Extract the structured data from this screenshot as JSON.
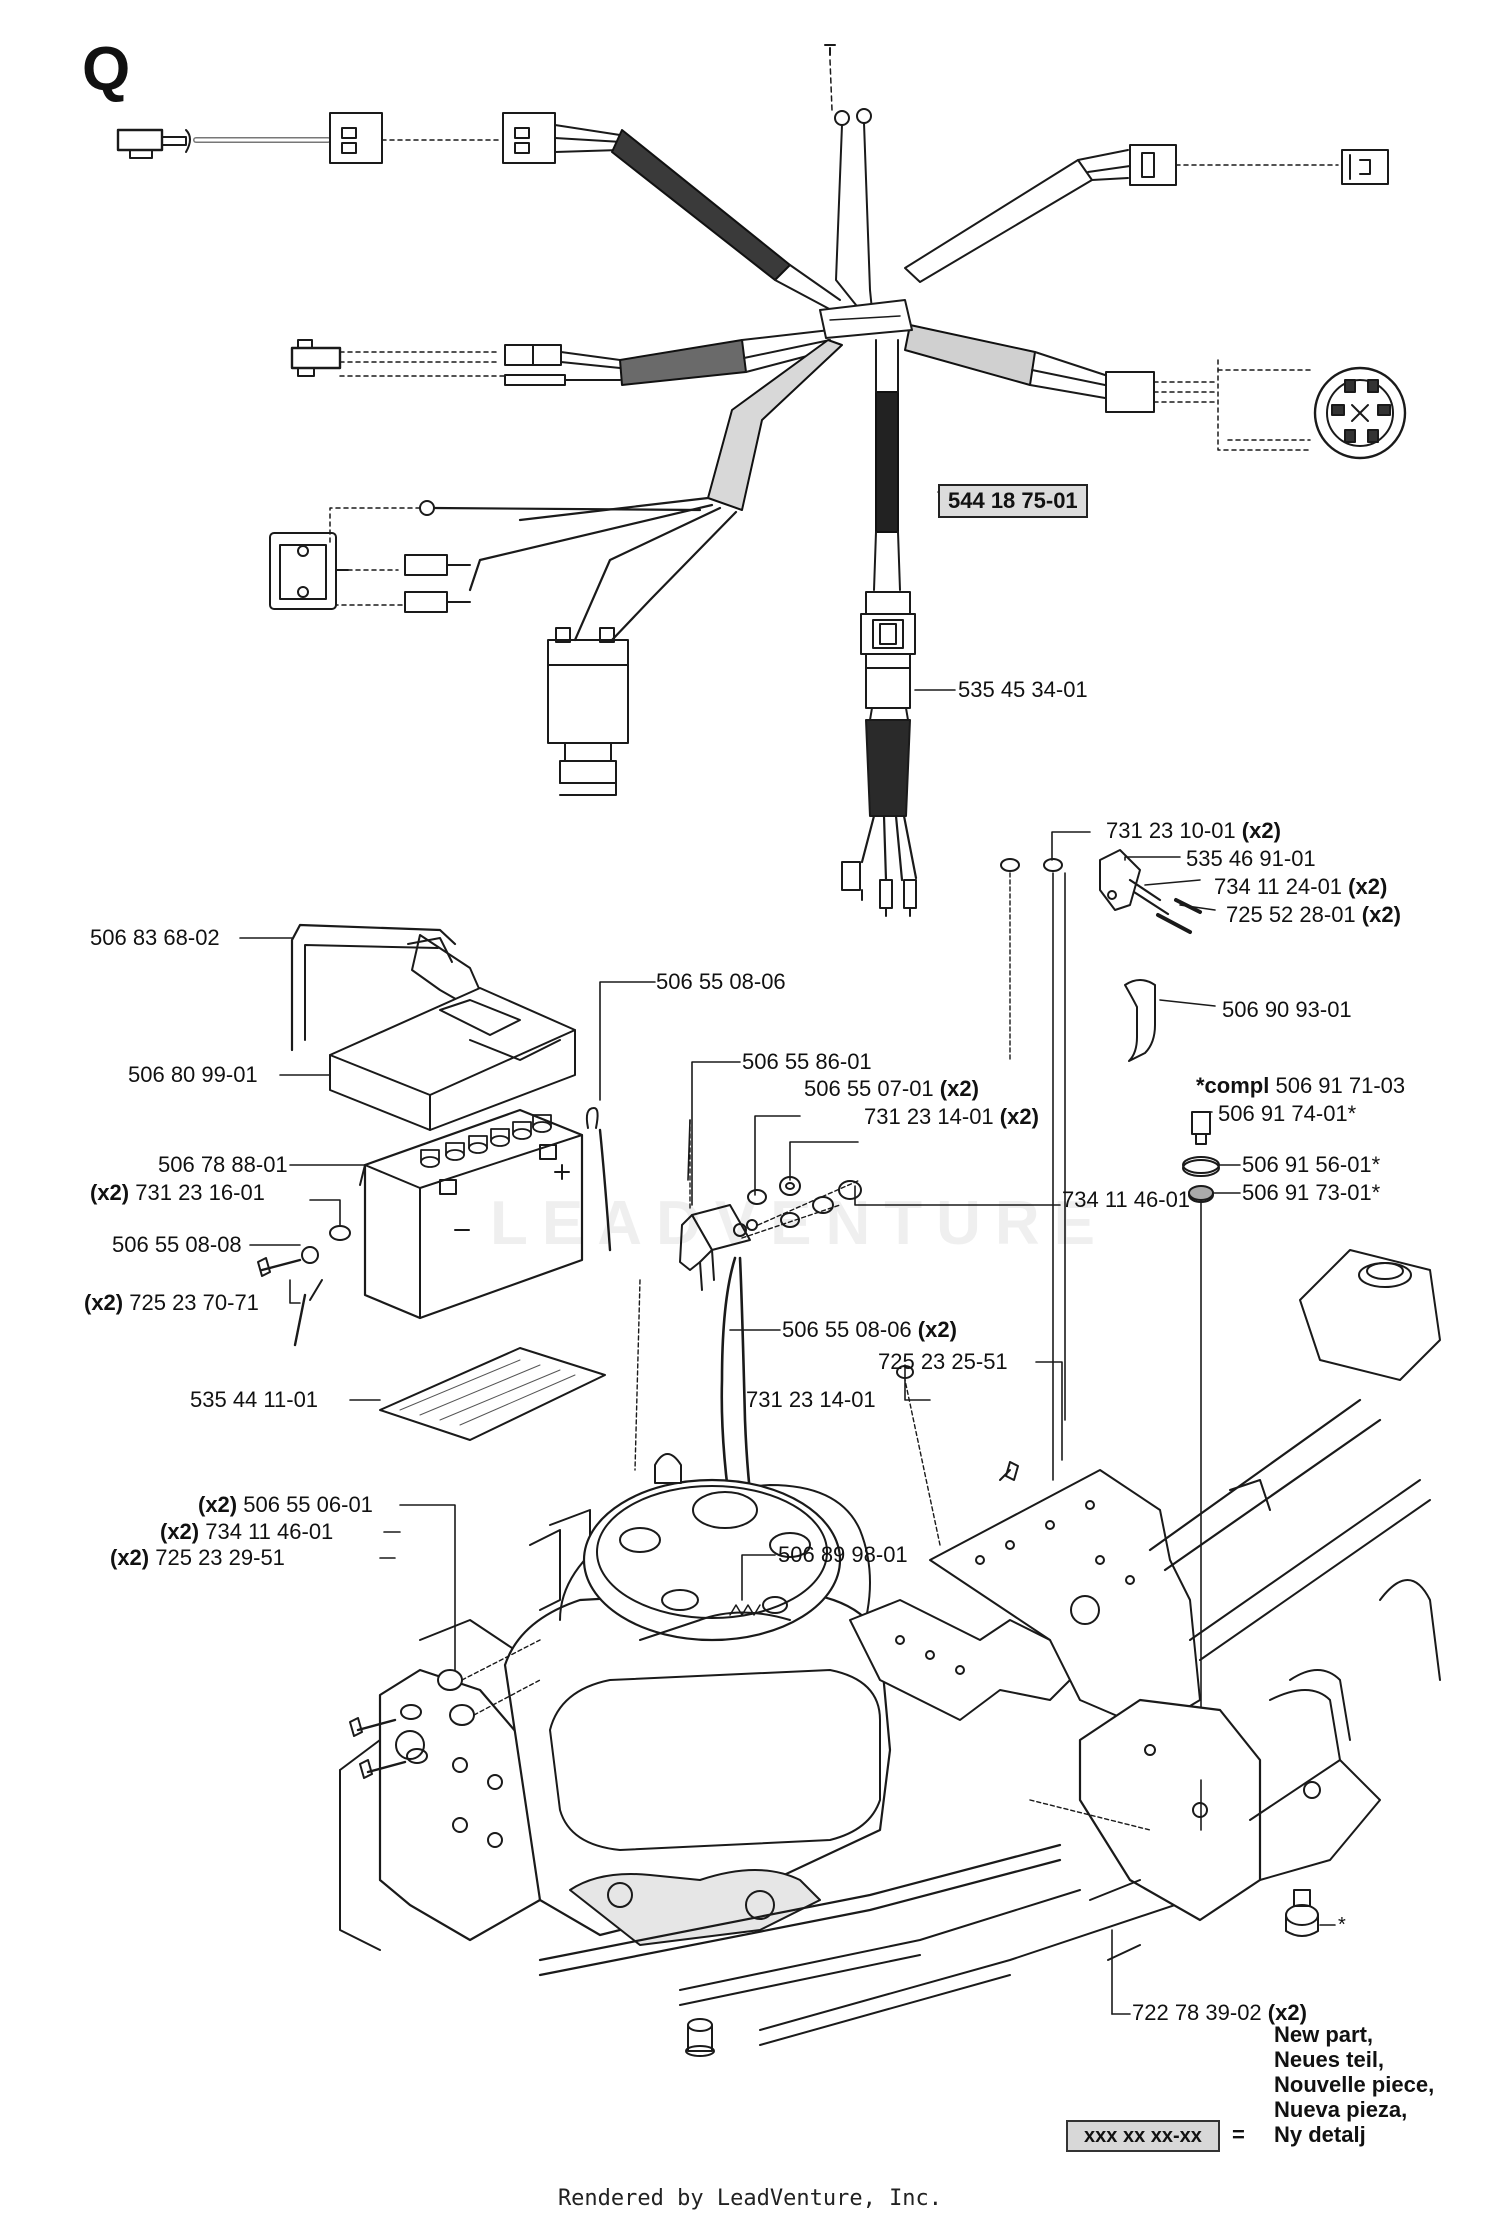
{
  "section_letter": "Q",
  "harness_part": "544 18 75-01",
  "parts": {
    "p535453401": "535 45 34-01",
    "p731231001": "731 23 10-01",
    "p535469101": "535 46 91-01",
    "p734112401": "734 11 24-01",
    "p725522801": "725 52 28-01",
    "p506909301": "506 90 93-01",
    "p506836802": "506 83 68-02",
    "p506550806a": "506 55 08-06",
    "p506809901": "506 80 99-01",
    "p506558601": "506 55 86-01",
    "p506550701": "506 55 07-01",
    "p731231401a": "731 23 14-01",
    "p506788801": "506 78 88-01",
    "p731231601": "731 23 16-01",
    "p734114601a": "734 11 46-01",
    "p506550808": "506 55 08-08",
    "p725237071": "725 23 70-71",
    "p506550806b": "506 55 08-06",
    "p725232551": "725 23 25-51",
    "p535441101": "535 44 11-01",
    "p731231401b": "731 23 14-01",
    "p506550601": "506 55 06-01",
    "p734114601b": "734 11 46-01",
    "p725232951": "725 23 29-51",
    "p506899801": "506 89 98-01",
    "p722783902": "722 78 39-02",
    "p506917103": "506 91 71-03",
    "p506917401": "506 91 74-01*",
    "p506915601": "506 91 56-01*",
    "p506917301": "506 91 73-01*"
  },
  "qty_x2": "(x2)",
  "compl_prefix": "*compl",
  "asterisk": "*",
  "legend": {
    "lines": [
      "New part,",
      "Neues teil,",
      "Nouvelle piece,",
      "Nueva pieza,",
      "Ny detalj"
    ],
    "box": "xxx xx xx-xx",
    "equals": "="
  },
  "watermark": "LEADVENTURE",
  "footer": "Rendered by LeadVenture, Inc."
}
